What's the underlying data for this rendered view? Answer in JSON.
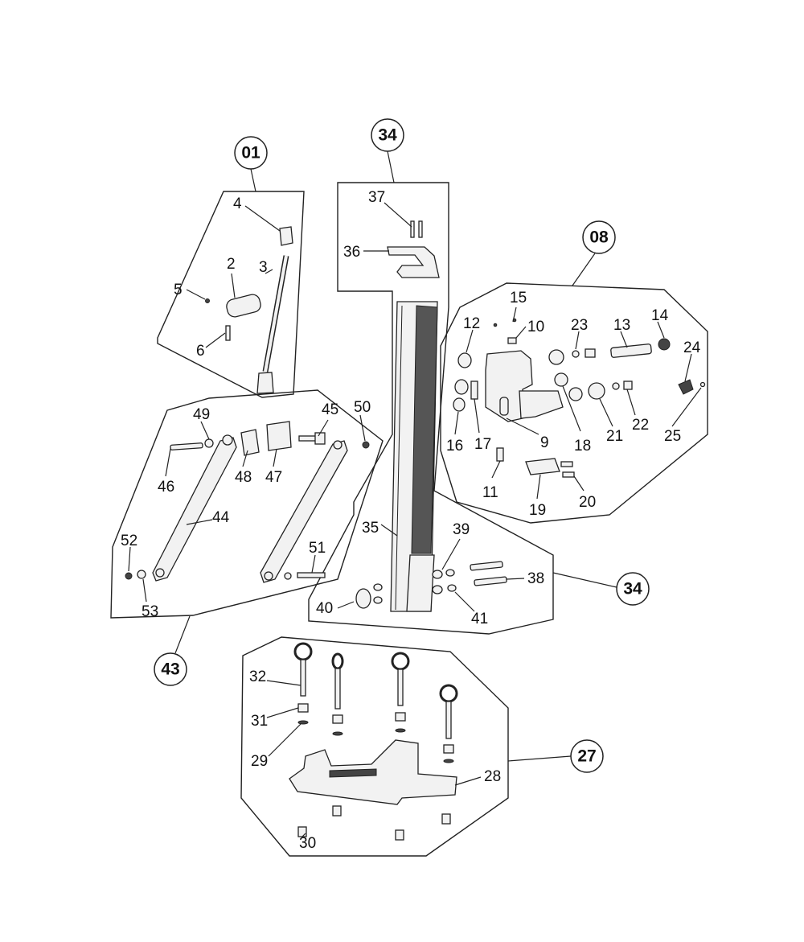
{
  "assemblies": [
    {
      "id": "01",
      "parts": [
        "2",
        "3",
        "4",
        "5",
        "6"
      ]
    },
    {
      "id": "08",
      "parts": [
        "9",
        "10",
        "11",
        "12",
        "13",
        "14",
        "15",
        "16",
        "17",
        "18",
        "19",
        "20",
        "21",
        "22",
        "23",
        "24",
        "25"
      ]
    },
    {
      "id": "34",
      "parts": [
        "35",
        "36",
        "37",
        "38",
        "39",
        "40",
        "41"
      ]
    },
    {
      "id": "43",
      "parts": [
        "44",
        "45",
        "46",
        "47",
        "48",
        "49",
        "50",
        "51",
        "52",
        "53"
      ]
    },
    {
      "id": "27",
      "parts": [
        "28",
        "29",
        "30",
        "31",
        "32"
      ]
    }
  ],
  "callouts": {
    "c01": "01",
    "c08": "08",
    "c34_top": "34",
    "c34_right": "34",
    "c43": "43",
    "c27": "27"
  },
  "labels": {
    "p2": "2",
    "p3": "3",
    "p4": "4",
    "p5": "5",
    "p6": "6",
    "p9": "9",
    "p10": "10",
    "p11": "11",
    "p12": "12",
    "p13": "13",
    "p14": "14",
    "p15": "15",
    "p16": "16",
    "p17": "17",
    "p18": "18",
    "p19": "19",
    "p20": "20",
    "p21": "21",
    "p22": "22",
    "p23": "23",
    "p24": "24",
    "p25": "25",
    "p28": "28",
    "p29": "29",
    "p30": "30",
    "p31": "31",
    "p32": "32",
    "p35": "35",
    "p36": "36",
    "p37": "37",
    "p38": "38",
    "p39": "39",
    "p40": "40",
    "p41": "41",
    "p44": "44",
    "p45": "45",
    "p46": "46",
    "p47": "47",
    "p48": "48",
    "p49": "49",
    "p50": "50",
    "p51": "51",
    "p52": "52",
    "p53": "53"
  }
}
